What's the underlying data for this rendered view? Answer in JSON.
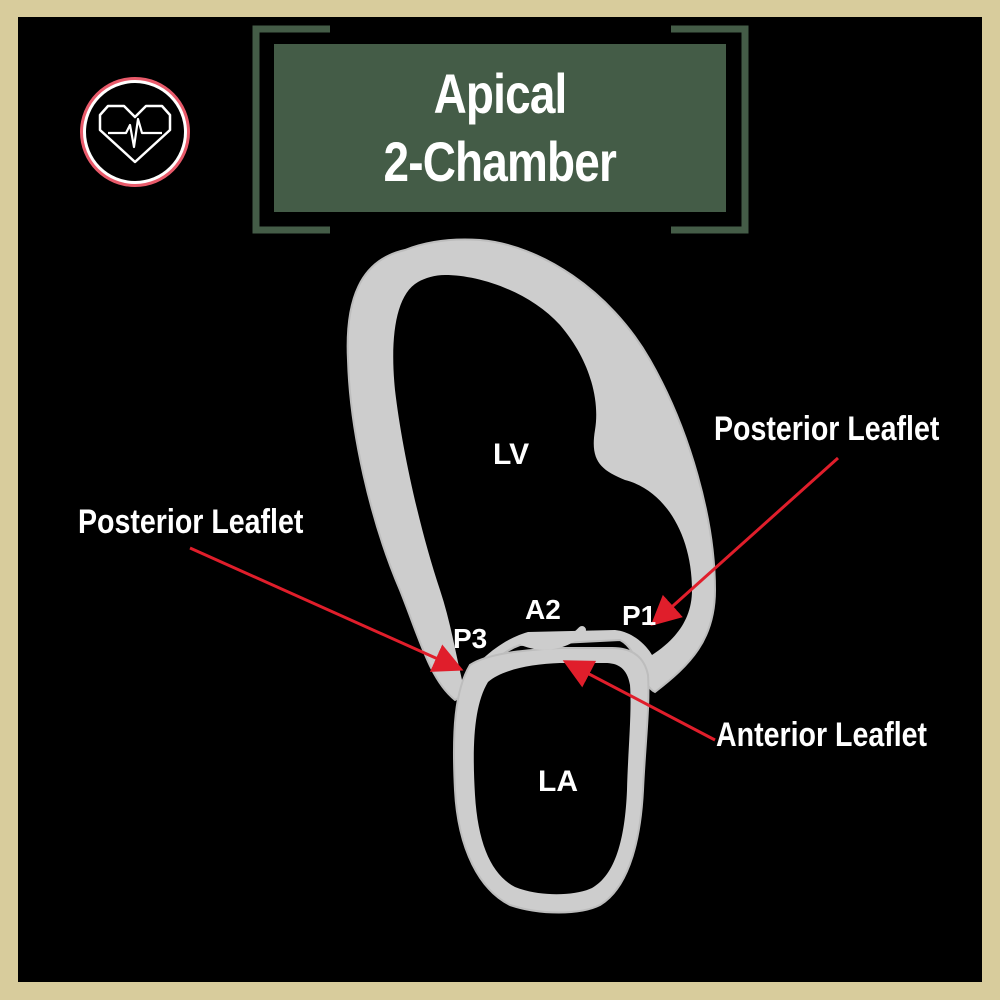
{
  "title": {
    "line1": "Apical",
    "line2": "2-Chamber"
  },
  "logo": {
    "icon": "heart-ecg-logo-icon"
  },
  "chambers": {
    "lv": "LV",
    "la": "LA"
  },
  "segments": {
    "p3": "P3",
    "a2": "A2",
    "p1": "P1"
  },
  "callouts": {
    "posterior_right": "Posterior Leaflet",
    "posterior_left": "Posterior Leaflet",
    "anterior": "Anterior Leaflet"
  },
  "colors": {
    "frame": "#d8cc9c",
    "background": "#000000",
    "title_box": "#445c47",
    "wall": "#cdcdcd",
    "arrow": "#e01e2b",
    "logo_ring": "#e85a6a"
  }
}
